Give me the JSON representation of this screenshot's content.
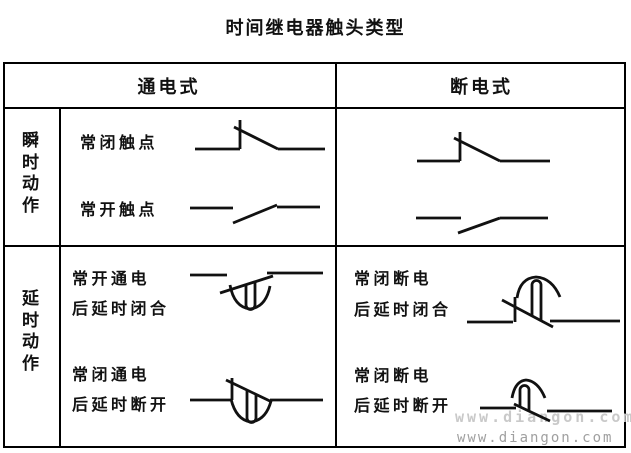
{
  "title": "时间继电器触头类型",
  "table": {
    "column_headers": [
      "通电式",
      "断电式"
    ],
    "row_headers": [
      "瞬时动作",
      "延时动作"
    ],
    "instant_row": {
      "energized": [
        {
          "label": "常闭触点",
          "symbol": "normally-closed-contact"
        },
        {
          "label": "常开触点",
          "symbol": "normally-open-contact"
        }
      ],
      "deenergized": [
        {
          "symbol": "normally-closed-contact"
        },
        {
          "symbol": "normally-open-contact"
        }
      ]
    },
    "delay_row": {
      "energized": [
        {
          "lines": [
            "常开通电",
            "后延时闭合"
          ],
          "symbol": "on-delay-closing-contact"
        },
        {
          "lines": [
            "常闭通电",
            "后延时断开"
          ],
          "symbol": "on-delay-opening-contact"
        }
      ],
      "deenergized": [
        {
          "lines": [
            "常闭断电",
            "后延时闭合"
          ],
          "symbol": "off-delay-closing-contact"
        },
        {
          "lines": [
            "常闭断电",
            "后延时断开"
          ],
          "symbol": "off-delay-opening-contact"
        }
      ]
    }
  },
  "watermark": {
    "text": "www.diangon.com",
    "ghost_text": "www.diangon.com"
  },
  "colors": {
    "line": "#111111",
    "border": "#000000",
    "text": "#111111",
    "watermark": "#a0a0a0",
    "watermark_ghost": "#c9c9c9",
    "background": "#ffffff"
  }
}
